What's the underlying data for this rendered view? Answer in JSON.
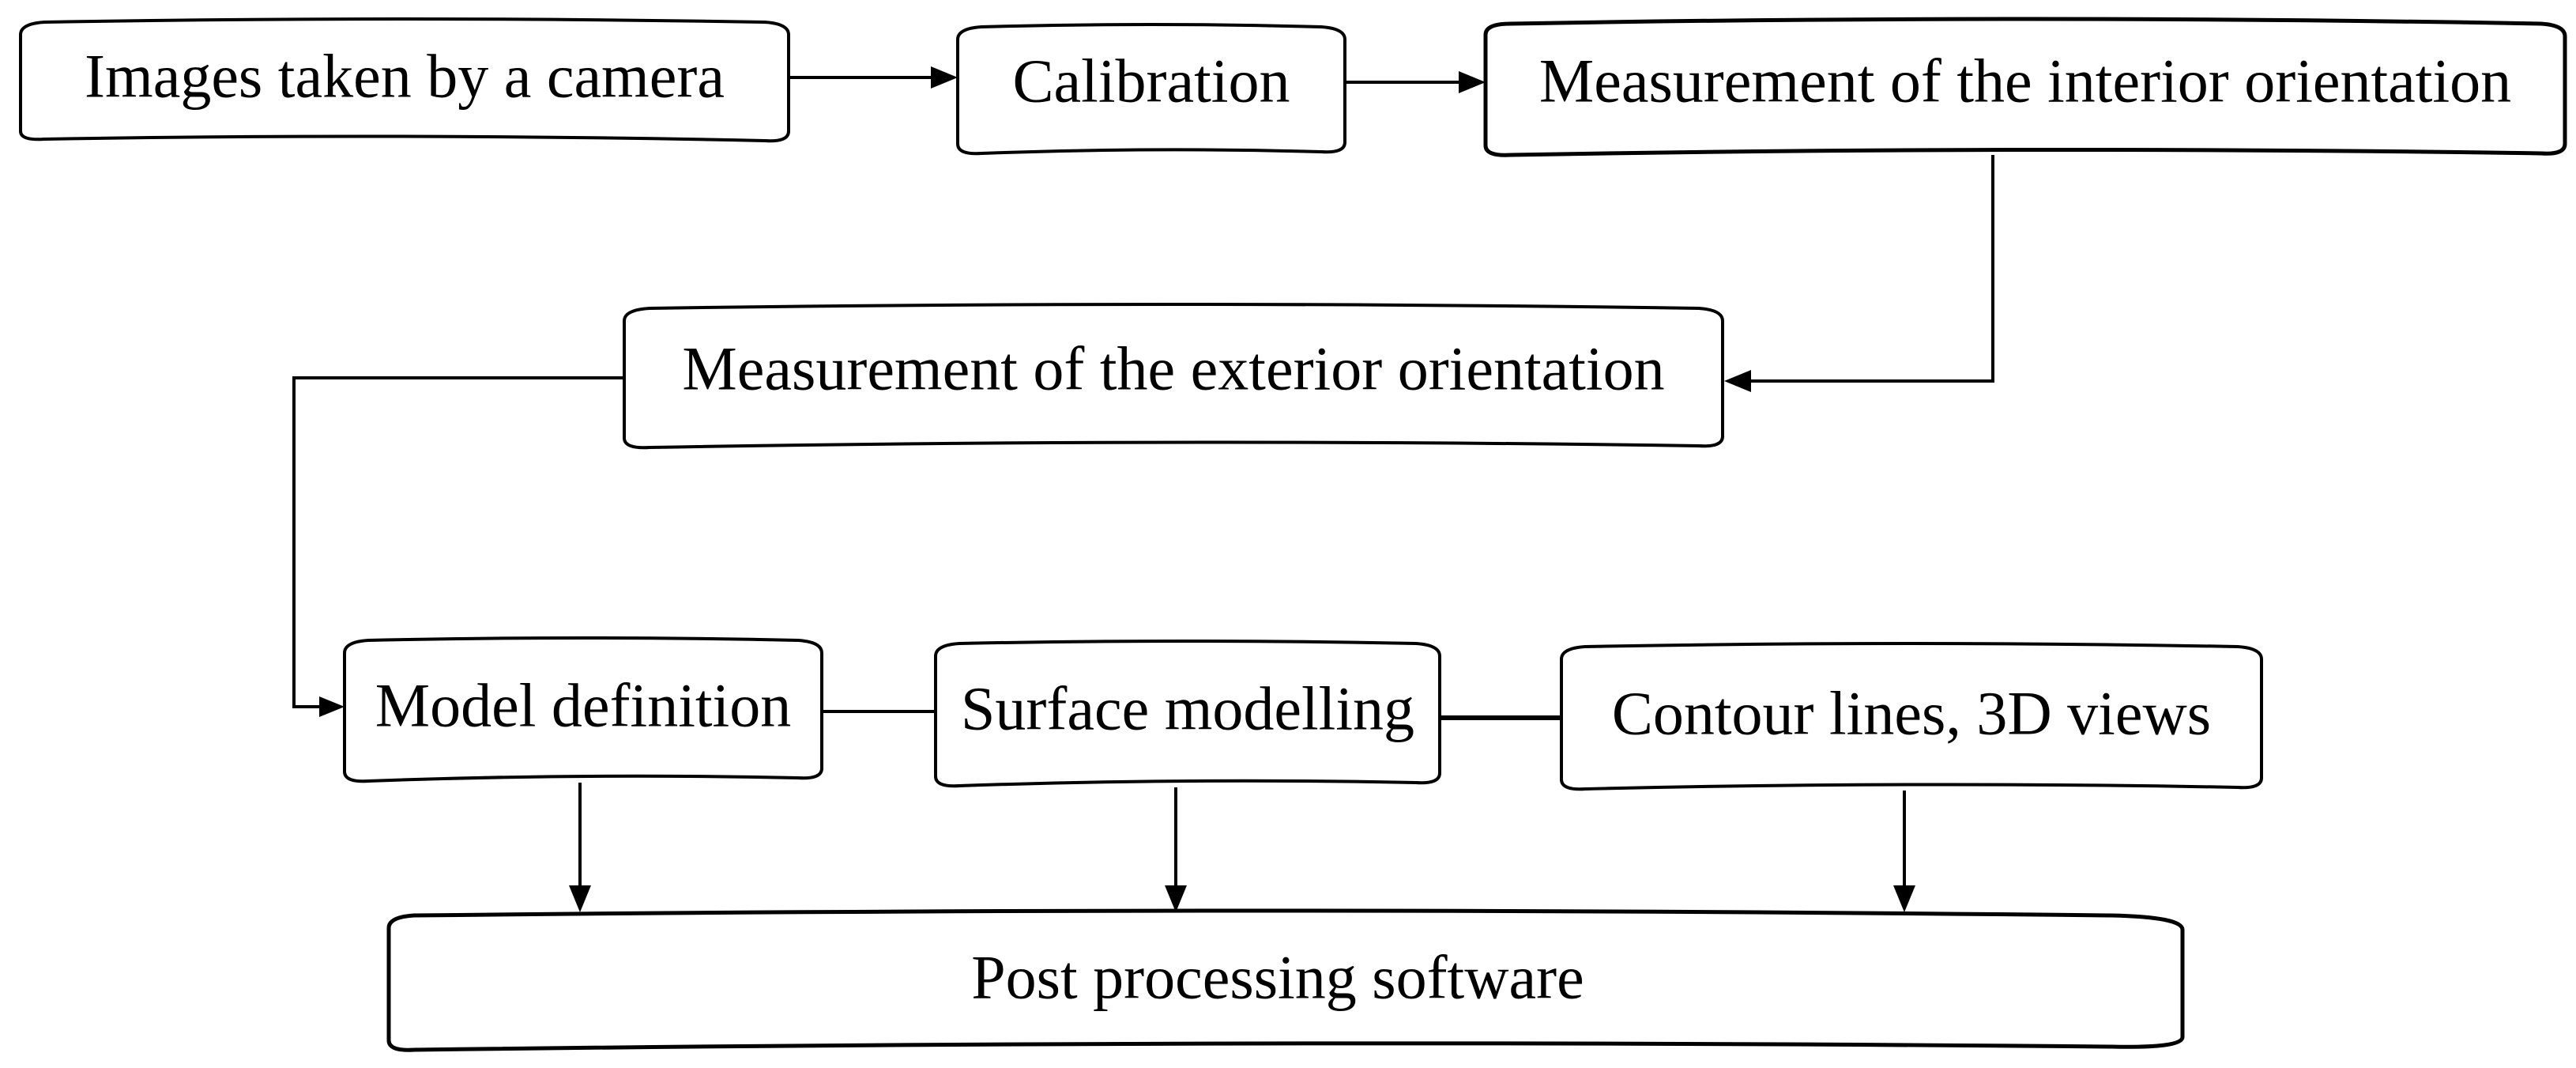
{
  "nodes": {
    "images": "Images taken by a camera",
    "calibration": "Calibration",
    "interior": "Measurement of the interior orientation",
    "exterior": "Measurement of the exterior orientation",
    "model_definition": "Model definition",
    "surface_modelling": "Surface modelling",
    "contour": "Contour lines, 3D views",
    "post_processing": "Post processing software"
  },
  "edges": [
    {
      "from": "images",
      "to": "calibration",
      "arrow": true
    },
    {
      "from": "calibration",
      "to": "interior",
      "arrow": true
    },
    {
      "from": "interior",
      "to": "exterior",
      "arrow": true
    },
    {
      "from": "exterior",
      "to": "model_definition",
      "arrow": true
    },
    {
      "from": "model_definition",
      "to": "surface_modelling",
      "arrow": false
    },
    {
      "from": "surface_modelling",
      "to": "contour",
      "arrow": false
    },
    {
      "from": "model_definition",
      "to": "post_processing",
      "arrow": true
    },
    {
      "from": "surface_modelling",
      "to": "post_processing",
      "arrow": true
    },
    {
      "from": "contour",
      "to": "post_processing",
      "arrow": true
    }
  ],
  "colors": {
    "stroke": "#000000",
    "background": "#ffffff"
  }
}
